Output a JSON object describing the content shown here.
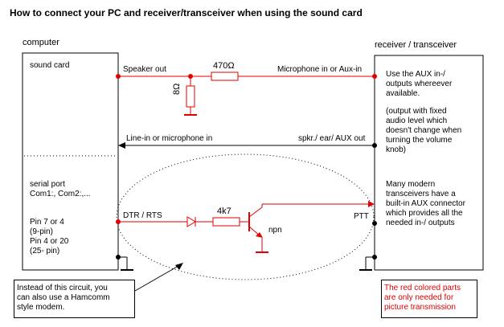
{
  "title": "How to connect your PC and receiver/transceiver when using the sound card",
  "computer": {
    "heading": "computer",
    "sound_card": "sound card",
    "serial_port": [
      "serial port",
      "Com1:, Com2:,..."
    ],
    "pins": [
      "Pin 7 or 4",
      "(9-pin)",
      "Pin 4 or 20",
      "(25- pin)"
    ]
  },
  "transceiver": {
    "heading": "receiver / transceiver",
    "aux_note": [
      "Use the AUX in-/",
      "outputs whereever",
      "available."
    ],
    "fixed_level_note": [
      "(output with fixed",
      "audio level which",
      "doesn't change when",
      "turning the volume",
      "knob)"
    ],
    "modern_note": [
      "Many modern",
      "transceivers have a",
      "built-in AUX connector",
      "which provides all the",
      "needed in-/ outputs"
    ]
  },
  "signals": {
    "speaker_out": "Speaker out",
    "resistor_series": "470Ω",
    "microphone_in": "Microphone in or Aux-in",
    "resistor_shunt": "8Ω",
    "line_in": "Line-in or microphone in",
    "spkr_out": "spkr./ ear/ AUX out",
    "dtr_rts": "DTR / RTS",
    "resistor_base": "4k7",
    "npn": "npn",
    "ptt": "PTT"
  },
  "callouts": {
    "hamcomm": [
      "Instead of this circuit, you",
      "can also use a Hamcomm",
      "style modem."
    ],
    "red_parts": [
      "The red colored parts",
      "are only needed for",
      "picture transmission"
    ]
  },
  "colors": {
    "circuit_red": "#e00000",
    "black": "#000000"
  }
}
